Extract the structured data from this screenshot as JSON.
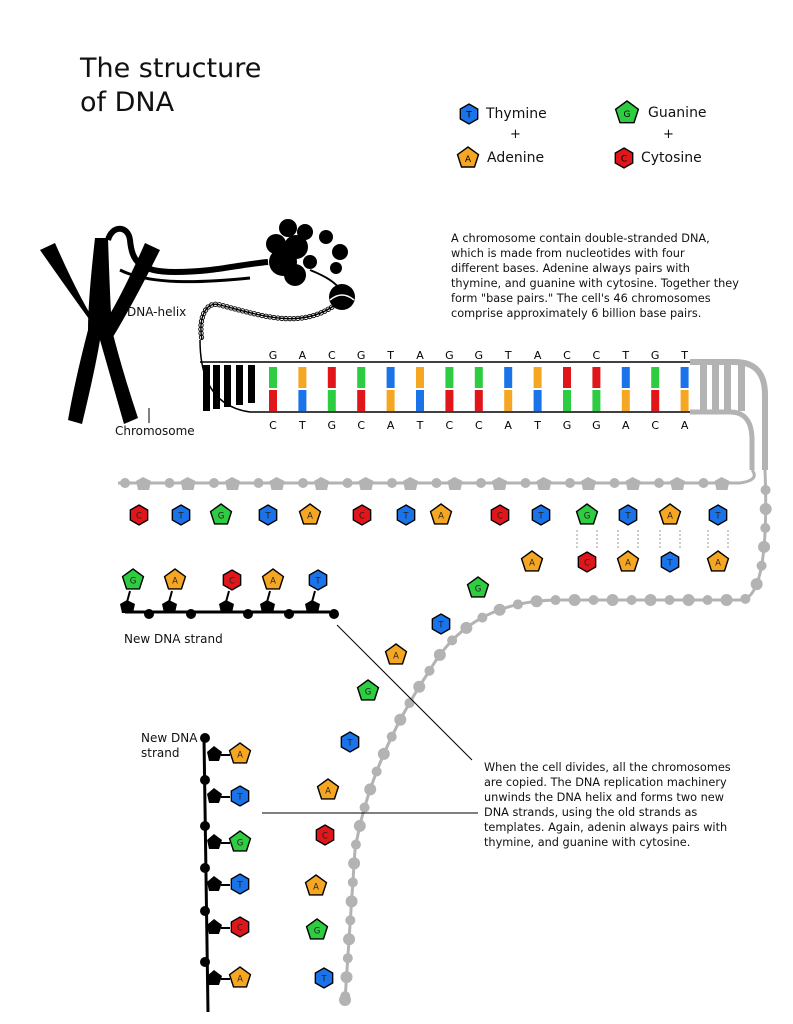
{
  "title": {
    "line1": "The structure",
    "line2": "of DNA"
  },
  "legend": {
    "thymine": "Thymine",
    "adenine": "Adenine",
    "guanine": "Guanine",
    "cytosine": "Cytosine",
    "plus": "+"
  },
  "base_letters": {
    "T": "T",
    "A": "A",
    "G": "G",
    "C": "C"
  },
  "colors": {
    "thymine": "#1a73e8",
    "adenine": "#f5a623",
    "guanine": "#2ecc40",
    "cytosine": "#e0161b",
    "old_strand": "#b3b3b3",
    "new_strand": "#000000"
  },
  "labels": {
    "dna_helix": "DNA-helix",
    "chromosome": "Chromosome",
    "new_strand_1": "New DNA strand",
    "new_strand_2_line1": "New DNA",
    "new_strand_2_line2": "strand"
  },
  "notes": {
    "chromosome_note": [
      "A chromosome contain double-stranded DNA,",
      "which is made from nucleotides with four",
      "different bases. Adenine always pairs with",
      "thymine, and guanine with cytosine. Together they",
      "form \"base pairs.\" The cell's 46 chromosomes",
      "comprise approximately 6 billion base pairs."
    ],
    "replication_note": [
      "When the cell divides, all the chromosomes",
      "are copied. The DNA replication machinery",
      "unwinds the DNA helix and forms two new",
      "DNA strands, using the old strands as",
      "templates. Again, adenin always pairs with",
      "thymine, and guanine with cytosine."
    ]
  },
  "sequence": {
    "top": [
      "G",
      "A",
      "C",
      "G",
      "T",
      "A",
      "G",
      "G",
      "T",
      "A",
      "C",
      "C",
      "T",
      "G",
      "T"
    ],
    "bottom": [
      "C",
      "T",
      "G",
      "C",
      "A",
      "T",
      "C",
      "C",
      "A",
      "T",
      "G",
      "G",
      "A",
      "C",
      "A"
    ]
  },
  "separated_bases": [
    "C",
    "T",
    "G",
    "T",
    "A",
    "C",
    "T",
    "A",
    "C",
    "T"
  ],
  "paired_bases": [
    {
      "top": "G",
      "bottom": "C"
    },
    {
      "top": "T",
      "bottom": "A"
    },
    {
      "top": "A",
      "bottom": "T"
    },
    {
      "top": "T",
      "bottom": "A"
    }
  ],
  "new_strand_1_bases": [
    "G",
    "A",
    "C",
    "A",
    "T"
  ],
  "diagonal_bases": [
    "A",
    "G",
    "T",
    "A",
    "G",
    "T",
    "A"
  ],
  "vertical_new_bases": [
    "A",
    "T",
    "G",
    "T",
    "C",
    "A"
  ],
  "vertical_old_bases": [
    "A",
    "C",
    "A",
    "G",
    "T"
  ]
}
